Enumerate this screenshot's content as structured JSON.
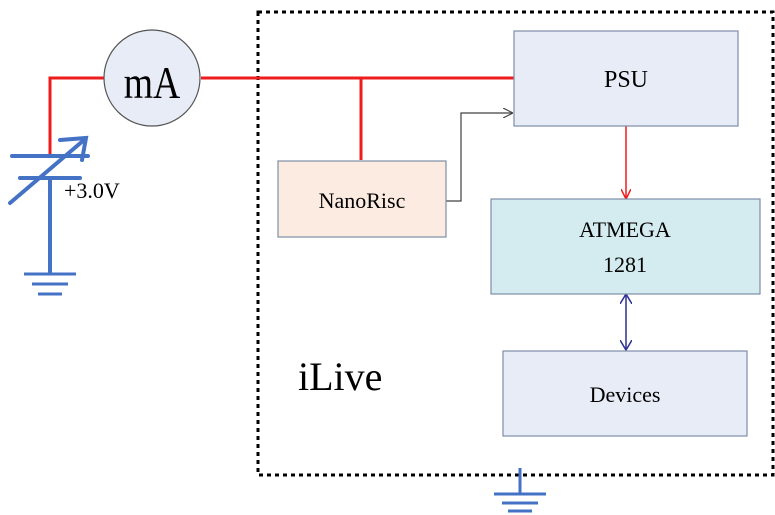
{
  "meter": {
    "label": "mA"
  },
  "battery": {
    "label": "+3.0V"
  },
  "system": {
    "label": "iLive"
  },
  "blocks": {
    "psu": {
      "label": "PSU"
    },
    "nanorisc": {
      "label": "NanoRisc"
    },
    "atmega": {
      "line1": "ATMEGA",
      "line2": "1281"
    },
    "devices": {
      "label": "Devices"
    }
  },
  "colors": {
    "power_wire": "#ee1c1c",
    "ground": "#4472c4",
    "signal": "#404040",
    "bus": "#2e3192",
    "psu_fill": "#e8ecf7",
    "nanorisc_fill": "#fcebe0",
    "atmega_fill": "#d4ecf0",
    "devices_fill": "#e8ecf7",
    "meter_fill": "#e8ecf7",
    "box_stroke": "#7f8ea8"
  }
}
